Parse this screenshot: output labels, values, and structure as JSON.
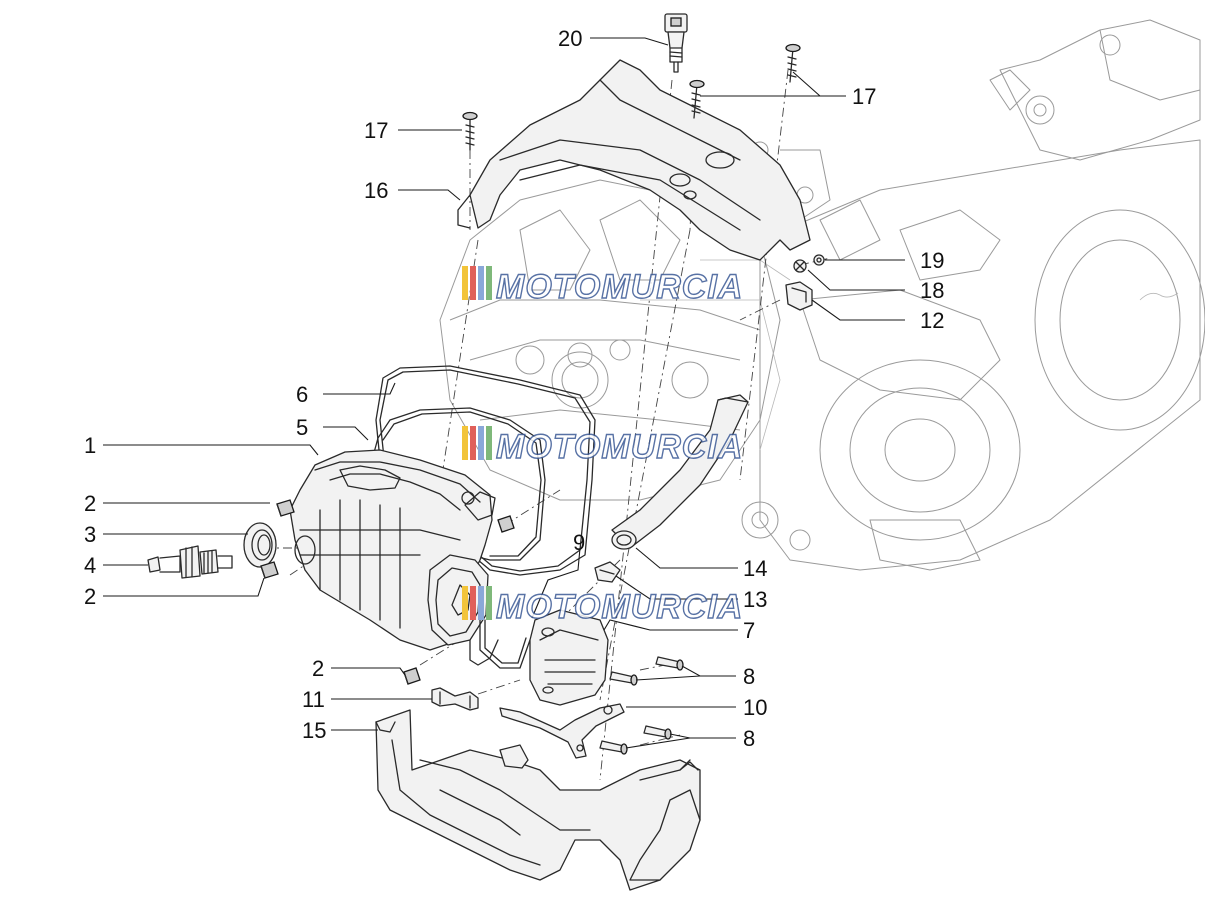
{
  "callouts": {
    "c1": "1",
    "c2a": "2",
    "c2b": "2",
    "c2c": "2",
    "c3": "3",
    "c4": "4",
    "c5": "5",
    "c6": "6",
    "c7": "7",
    "c8a": "8",
    "c8b": "8",
    "c9": "9",
    "c10": "10",
    "c11": "11",
    "c12": "12",
    "c13": "13",
    "c14": "14",
    "c15": "15",
    "c16": "16",
    "c17a": "17",
    "c17b": "17",
    "c18": "18",
    "c19": "19",
    "c20": "20"
  },
  "watermark": {
    "text": "MOTOMURCIA",
    "stripe_colors": [
      "#f2c43a",
      "#e0605a",
      "#8aa8d8",
      "#7fb87a"
    ]
  }
}
